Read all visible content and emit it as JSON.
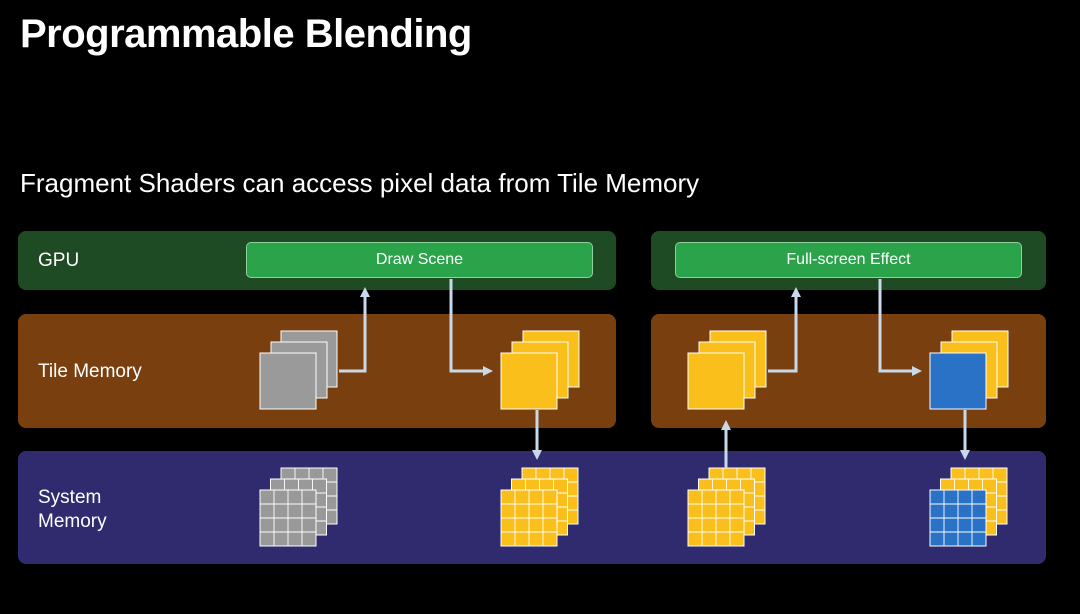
{
  "slide": {
    "title": "Programmable Blending",
    "subtitle": "Fragment Shaders can access pixel data from Tile Memory"
  },
  "rows": {
    "gpu_label": "GPU",
    "tile_label": "Tile Memory",
    "system_label_line1": "System",
    "system_label_line2": "Memory"
  },
  "passes": {
    "draw_scene": "Draw Scene",
    "full_screen_effect": "Full-screen Effect"
  },
  "colors": {
    "gpu_band": "#1f4b24",
    "gpu_pill": "#2aa34a",
    "tile_band": "#7a3f0f",
    "system_band": "#2f2b6e",
    "gray_tile": "#999999",
    "yellow_tile": "#fbbf1c",
    "blue_tile": "#2a72c5",
    "arrow": "#c9d9ea"
  },
  "icons": {
    "tile_stack": "square-stack-icon",
    "grid_stack": "grid-stack-icon",
    "arrow": "arrow-icon"
  }
}
